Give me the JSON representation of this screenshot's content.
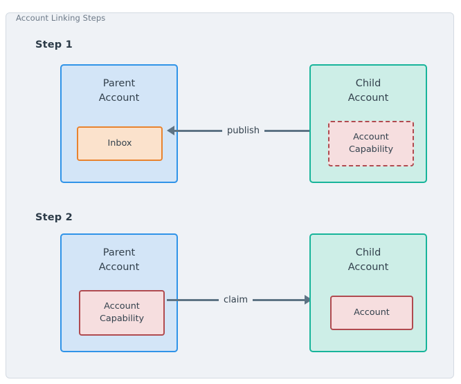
{
  "frame": {
    "caption": "Account Linking Steps"
  },
  "steps": [
    {
      "title": "Step 1",
      "parent": {
        "title_line1": "Parent",
        "title_line2": "Account",
        "inner": {
          "line1": "Inbox",
          "line2": ""
        }
      },
      "child": {
        "title_line1": "Child",
        "title_line2": "Account",
        "inner": {
          "line1": "Account",
          "line2": "Capability"
        }
      },
      "edge": {
        "label": "publish",
        "direction": "left"
      }
    },
    {
      "title": "Step 2",
      "parent": {
        "title_line1": "Parent",
        "title_line2": "Account",
        "inner": {
          "line1": "Account",
          "line2": "Capability"
        }
      },
      "child": {
        "title_line1": "Child",
        "title_line2": "Account",
        "inner": {
          "line1": "Account",
          "line2": ""
        }
      },
      "edge": {
        "label": "claim",
        "direction": "right"
      }
    }
  ],
  "colors": {
    "page_background": "#ffffff",
    "frame_background": "#eff2f6",
    "frame_border": "#d4dae2",
    "caption_text": "#6d7a88",
    "step_title_text": "#2b3a47",
    "parent_fill": "#d3e5f7",
    "parent_border": "#2f93e8",
    "child_fill": "#cdeee7",
    "child_border": "#17b49a",
    "inbox_fill": "#fbe2cc",
    "inbox_border": "#e8832f",
    "capability_fill": "#f6dedf",
    "capability_border": "#b04a4f",
    "connector": "#5d7384",
    "body_text": "#33414d"
  }
}
